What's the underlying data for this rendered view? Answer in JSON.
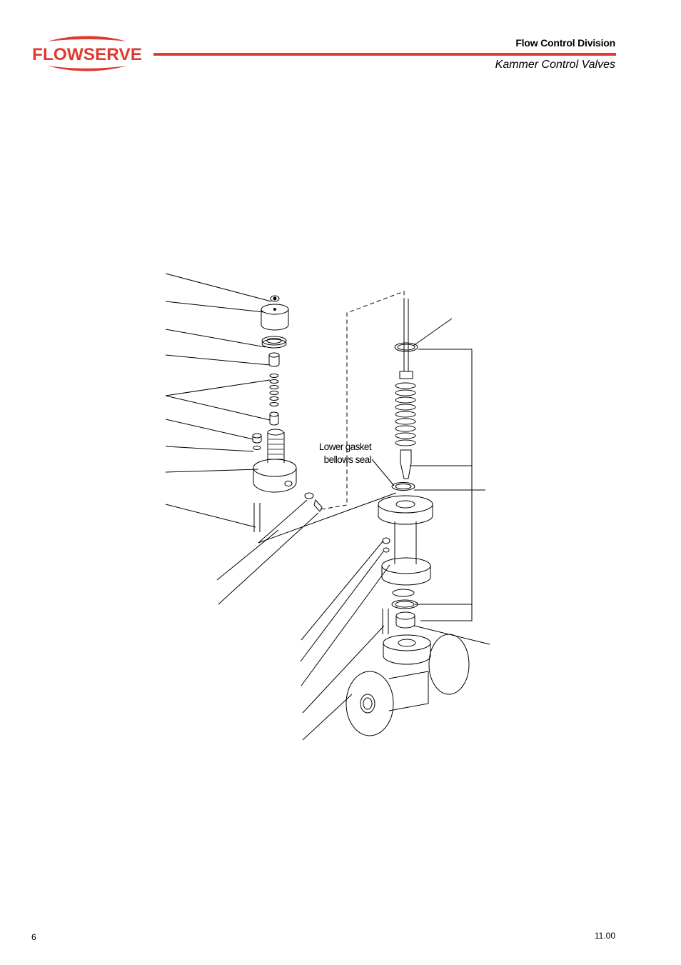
{
  "header": {
    "brand": "FLOWSERVE",
    "division": "Flow Control Division",
    "subtitle": "Kammer Control Valves"
  },
  "figure": {
    "label_line1": "Lower gasket",
    "label_line2": "bellows seal"
  },
  "footer": {
    "page_number": "6",
    "date": "11.00"
  },
  "colors": {
    "brand_red": "#e03a2e",
    "line": "#000000"
  }
}
